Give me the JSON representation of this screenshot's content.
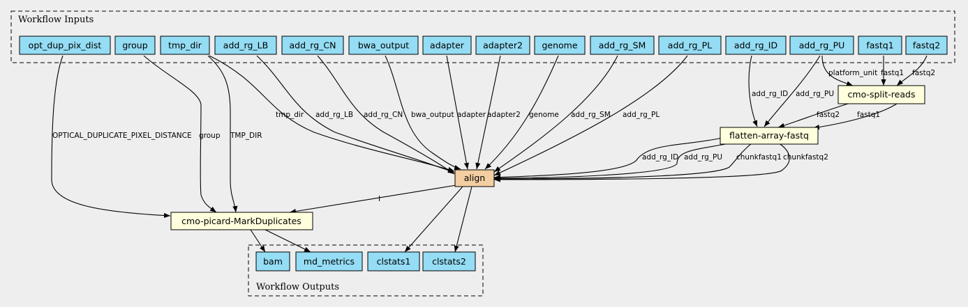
{
  "clusters": {
    "inputs_label": "Workflow Inputs",
    "outputs_label": "Workflow Outputs"
  },
  "colors": {
    "input_fill": "#94ddf4",
    "step_fill": "#ffffdd",
    "align_fill": "#f3cea1",
    "background": "#eeeeee"
  },
  "inputs": [
    "opt_dup_pix_dist",
    "group",
    "tmp_dir",
    "add_rg_LB",
    "add_rg_CN",
    "bwa_output",
    "adapter",
    "adapter2",
    "genome",
    "add_rg_SM",
    "add_rg_PL",
    "add_rg_ID",
    "add_rg_PU",
    "fastq1",
    "fastq2"
  ],
  "steps": {
    "split": "cmo-split-reads",
    "flatten": "flatten-array-fastq",
    "align": "align",
    "markdup": "cmo-picard-MarkDuplicates"
  },
  "outputs": [
    "bam",
    "md_metrics",
    "clstats1",
    "clstats2"
  ],
  "edge_labels": {
    "opt_dup": "OPTICAL_DUPLICATE_PIXEL_DISTANCE",
    "group": "group",
    "tmp_dir_md": "TMP_DIR",
    "tmp_dir": "tmp_dir",
    "add_rg_LB": "add_rg_LB",
    "add_rg_CN": "add_rg_CN",
    "bwa_output": "bwa_output",
    "adapter": "adapter",
    "adapter2": "adapter2",
    "genome": "genome",
    "add_rg_SM": "add_rg_SM",
    "add_rg_PL": "add_rg_PL",
    "add_rg_ID_flat": "add_rg_ID",
    "add_rg_PU_flat": "add_rg_PU",
    "platform_unit": "platform_unit",
    "fastq1_split": "fastq1",
    "fastq2_split": "fastq2",
    "split_fastq2": "fastq2",
    "split_fastq1": "fastq1",
    "flat_add_rg_ID": "add_rg_ID",
    "flat_add_rg_PU": "add_rg_PU",
    "chunkfastq1": "chunkfastq1",
    "chunkfastq2": "chunkfastq2",
    "align_md": "I"
  }
}
